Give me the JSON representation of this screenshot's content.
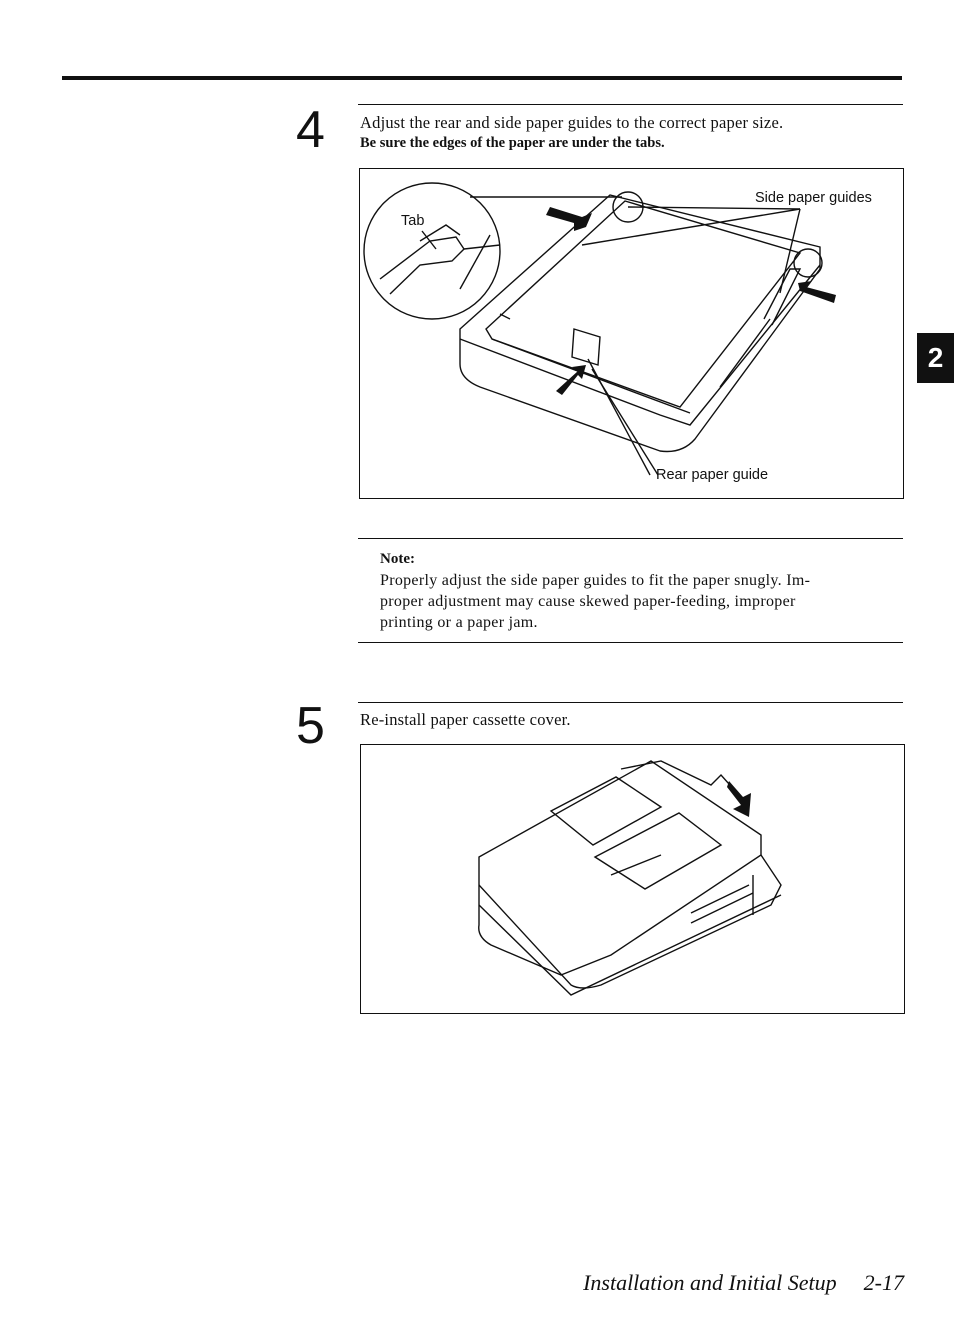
{
  "step4": {
    "number": "4",
    "instruction": "Adjust the rear and side paper guides to the correct paper size.",
    "emphasis": "Be sure the edges of the paper are under the tabs.",
    "figure_labels": {
      "tab": "Tab",
      "side_guides": "Side paper guides",
      "rear_guide": "Rear paper guide"
    }
  },
  "note": {
    "title": "Note:",
    "lines": [
      "Properly adjust the side paper guides to fit the paper snugly. Im-",
      "proper adjustment may cause skewed paper-feeding, improper",
      "printing or a paper jam."
    ]
  },
  "step5": {
    "number": "5",
    "instruction": "Re-install paper cassette cover."
  },
  "chapter_tab": "2",
  "footer": {
    "title": "Installation and Initial Setup",
    "page": "2-17"
  }
}
